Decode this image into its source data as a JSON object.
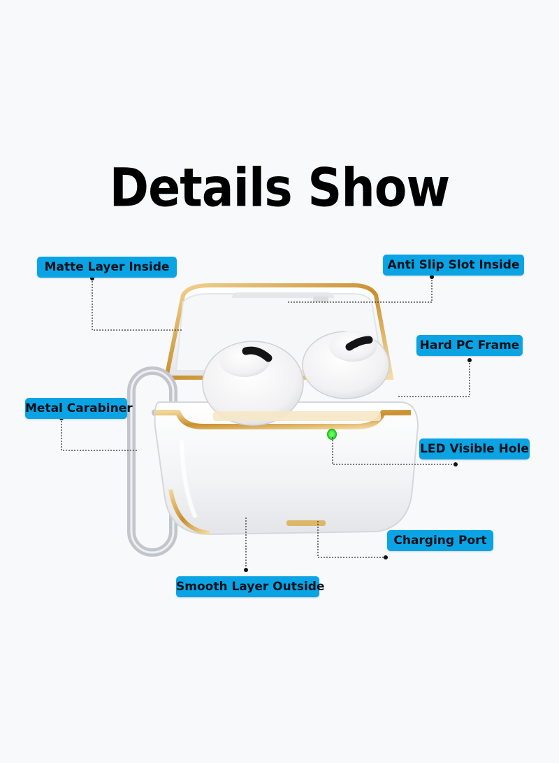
{
  "title": "Details Show",
  "callouts": {
    "matte_layer": "Matte Layer Inside",
    "anti_slip": "Anti Slip Slot Inside",
    "hard_pc": "Hard PC Frame",
    "metal_carabiner": "Metal Carabiner",
    "led_hole": "LED Visible Hole",
    "charging_port": "Charging Port",
    "smooth_layer": "Smooth Layer Outside"
  },
  "colors": {
    "label_bg": "#0aa4e4",
    "frame_gold": "#d9a94a",
    "led": "#3df03d",
    "carabiner": "#c2c6cc"
  }
}
